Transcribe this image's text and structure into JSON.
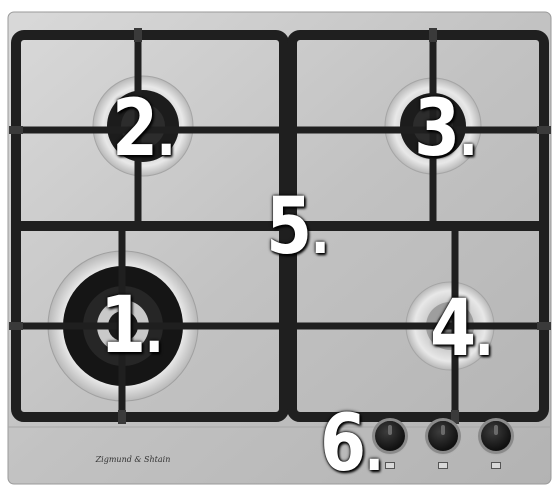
{
  "image": {
    "subject": "gas-hob-with-cast-iron-grates",
    "accent_colors": {
      "steel": "#c6c6c6",
      "grate": "#222222",
      "label_fill": "#ffffff"
    }
  },
  "brand_text": "Zigmund & Shtain",
  "callouts": [
    {
      "number": "1",
      "suffix": "."
    },
    {
      "number": "2",
      "suffix": "."
    },
    {
      "number": "3",
      "suffix": "."
    },
    {
      "number": "4",
      "suffix": "."
    },
    {
      "number": "5",
      "suffix": "."
    },
    {
      "number": "6",
      "suffix": "."
    }
  ],
  "controls": {
    "knob_count": 3
  }
}
